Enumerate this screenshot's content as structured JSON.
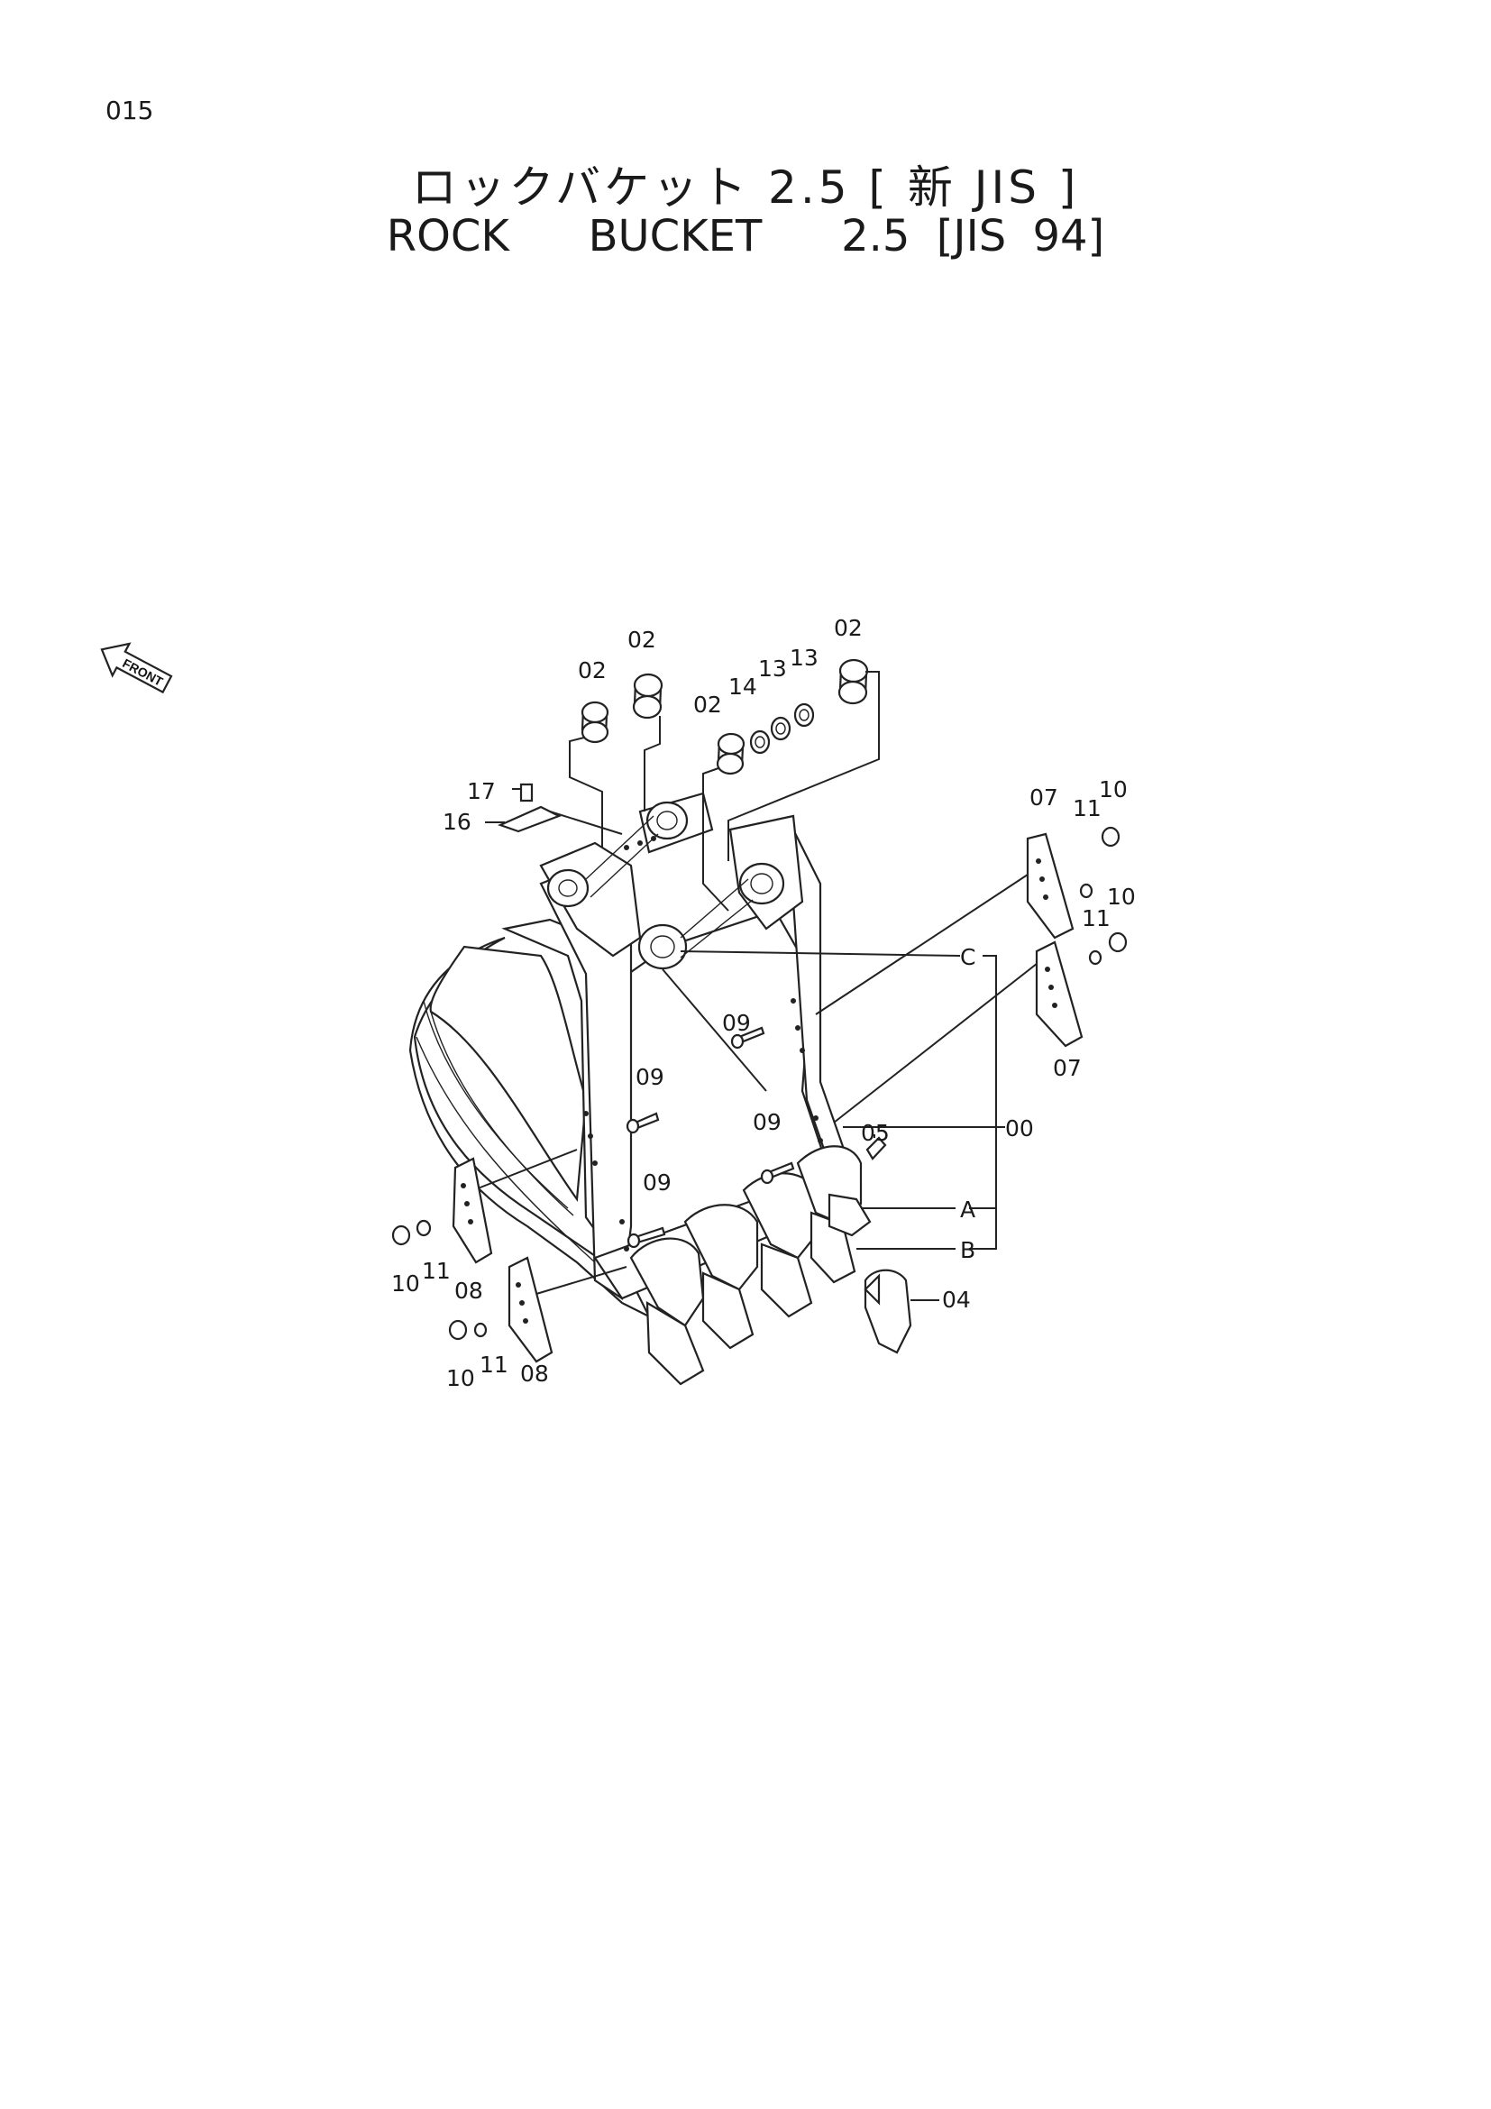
{
  "page": {
    "number": "015"
  },
  "title": {
    "japanese": "ロックバケット 2.5 [ 新 JIS ]",
    "english": "ROCK   BUCKET   2.5 [JIS 94]"
  },
  "front_indicator": {
    "label": "FRONT",
    "icon": "front-arrow-icon"
  },
  "diagram": {
    "part_labels": [
      "02",
      "02",
      "02",
      "02",
      "14",
      "13",
      "13",
      "17",
      "16",
      "07",
      "11",
      "10",
      "11",
      "10",
      "07",
      "C",
      "09",
      "09",
      "00",
      "09",
      "05",
      "09",
      "A",
      "B",
      "04",
      "08",
      "08",
      "11",
      "11",
      "10",
      "10"
    ]
  }
}
